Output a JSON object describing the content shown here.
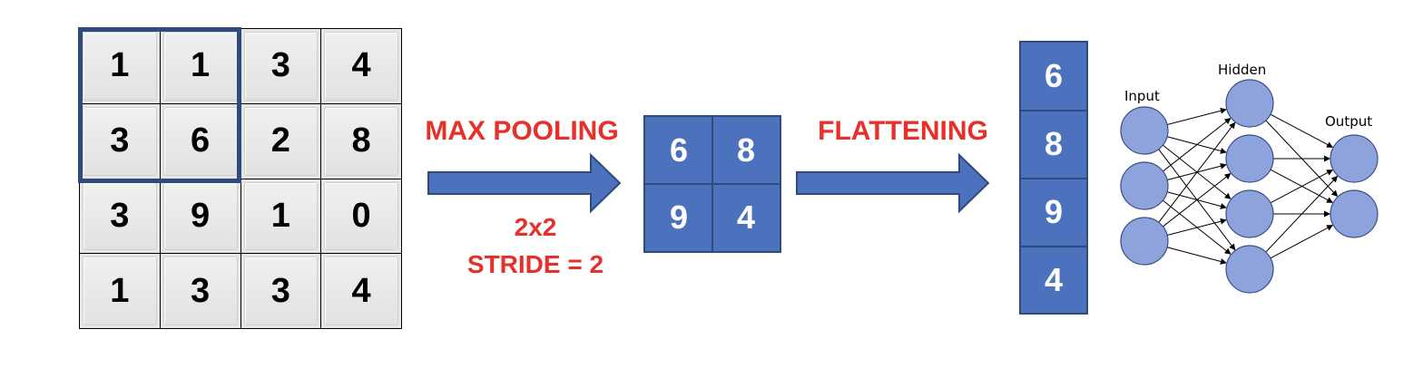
{
  "input_matrix": {
    "rows": [
      [
        "1",
        "1",
        "3",
        "4"
      ],
      [
        "3",
        "6",
        "2",
        "8"
      ],
      [
        "3",
        "9",
        "1",
        "0"
      ],
      [
        "1",
        "3",
        "3",
        "4"
      ]
    ]
  },
  "max_pooling": {
    "title": "MAX POOLING",
    "size": "2x2",
    "stride": "STRIDE = 2"
  },
  "pooled_matrix": {
    "rows": [
      [
        "6",
        "8"
      ],
      [
        "9",
        "4"
      ]
    ]
  },
  "flattening": {
    "title": "FLATTENING"
  },
  "flattened_vector": [
    "6",
    "8",
    "9",
    "4"
  ],
  "network": {
    "input_label": "Input",
    "hidden_label": "Hidden",
    "output_label": "Output"
  },
  "colors": {
    "blue_fill": "#4d72bd",
    "blue_border": "#2f4a7c",
    "label_red": "#e8302a",
    "node_fill": "#8ea3db"
  }
}
